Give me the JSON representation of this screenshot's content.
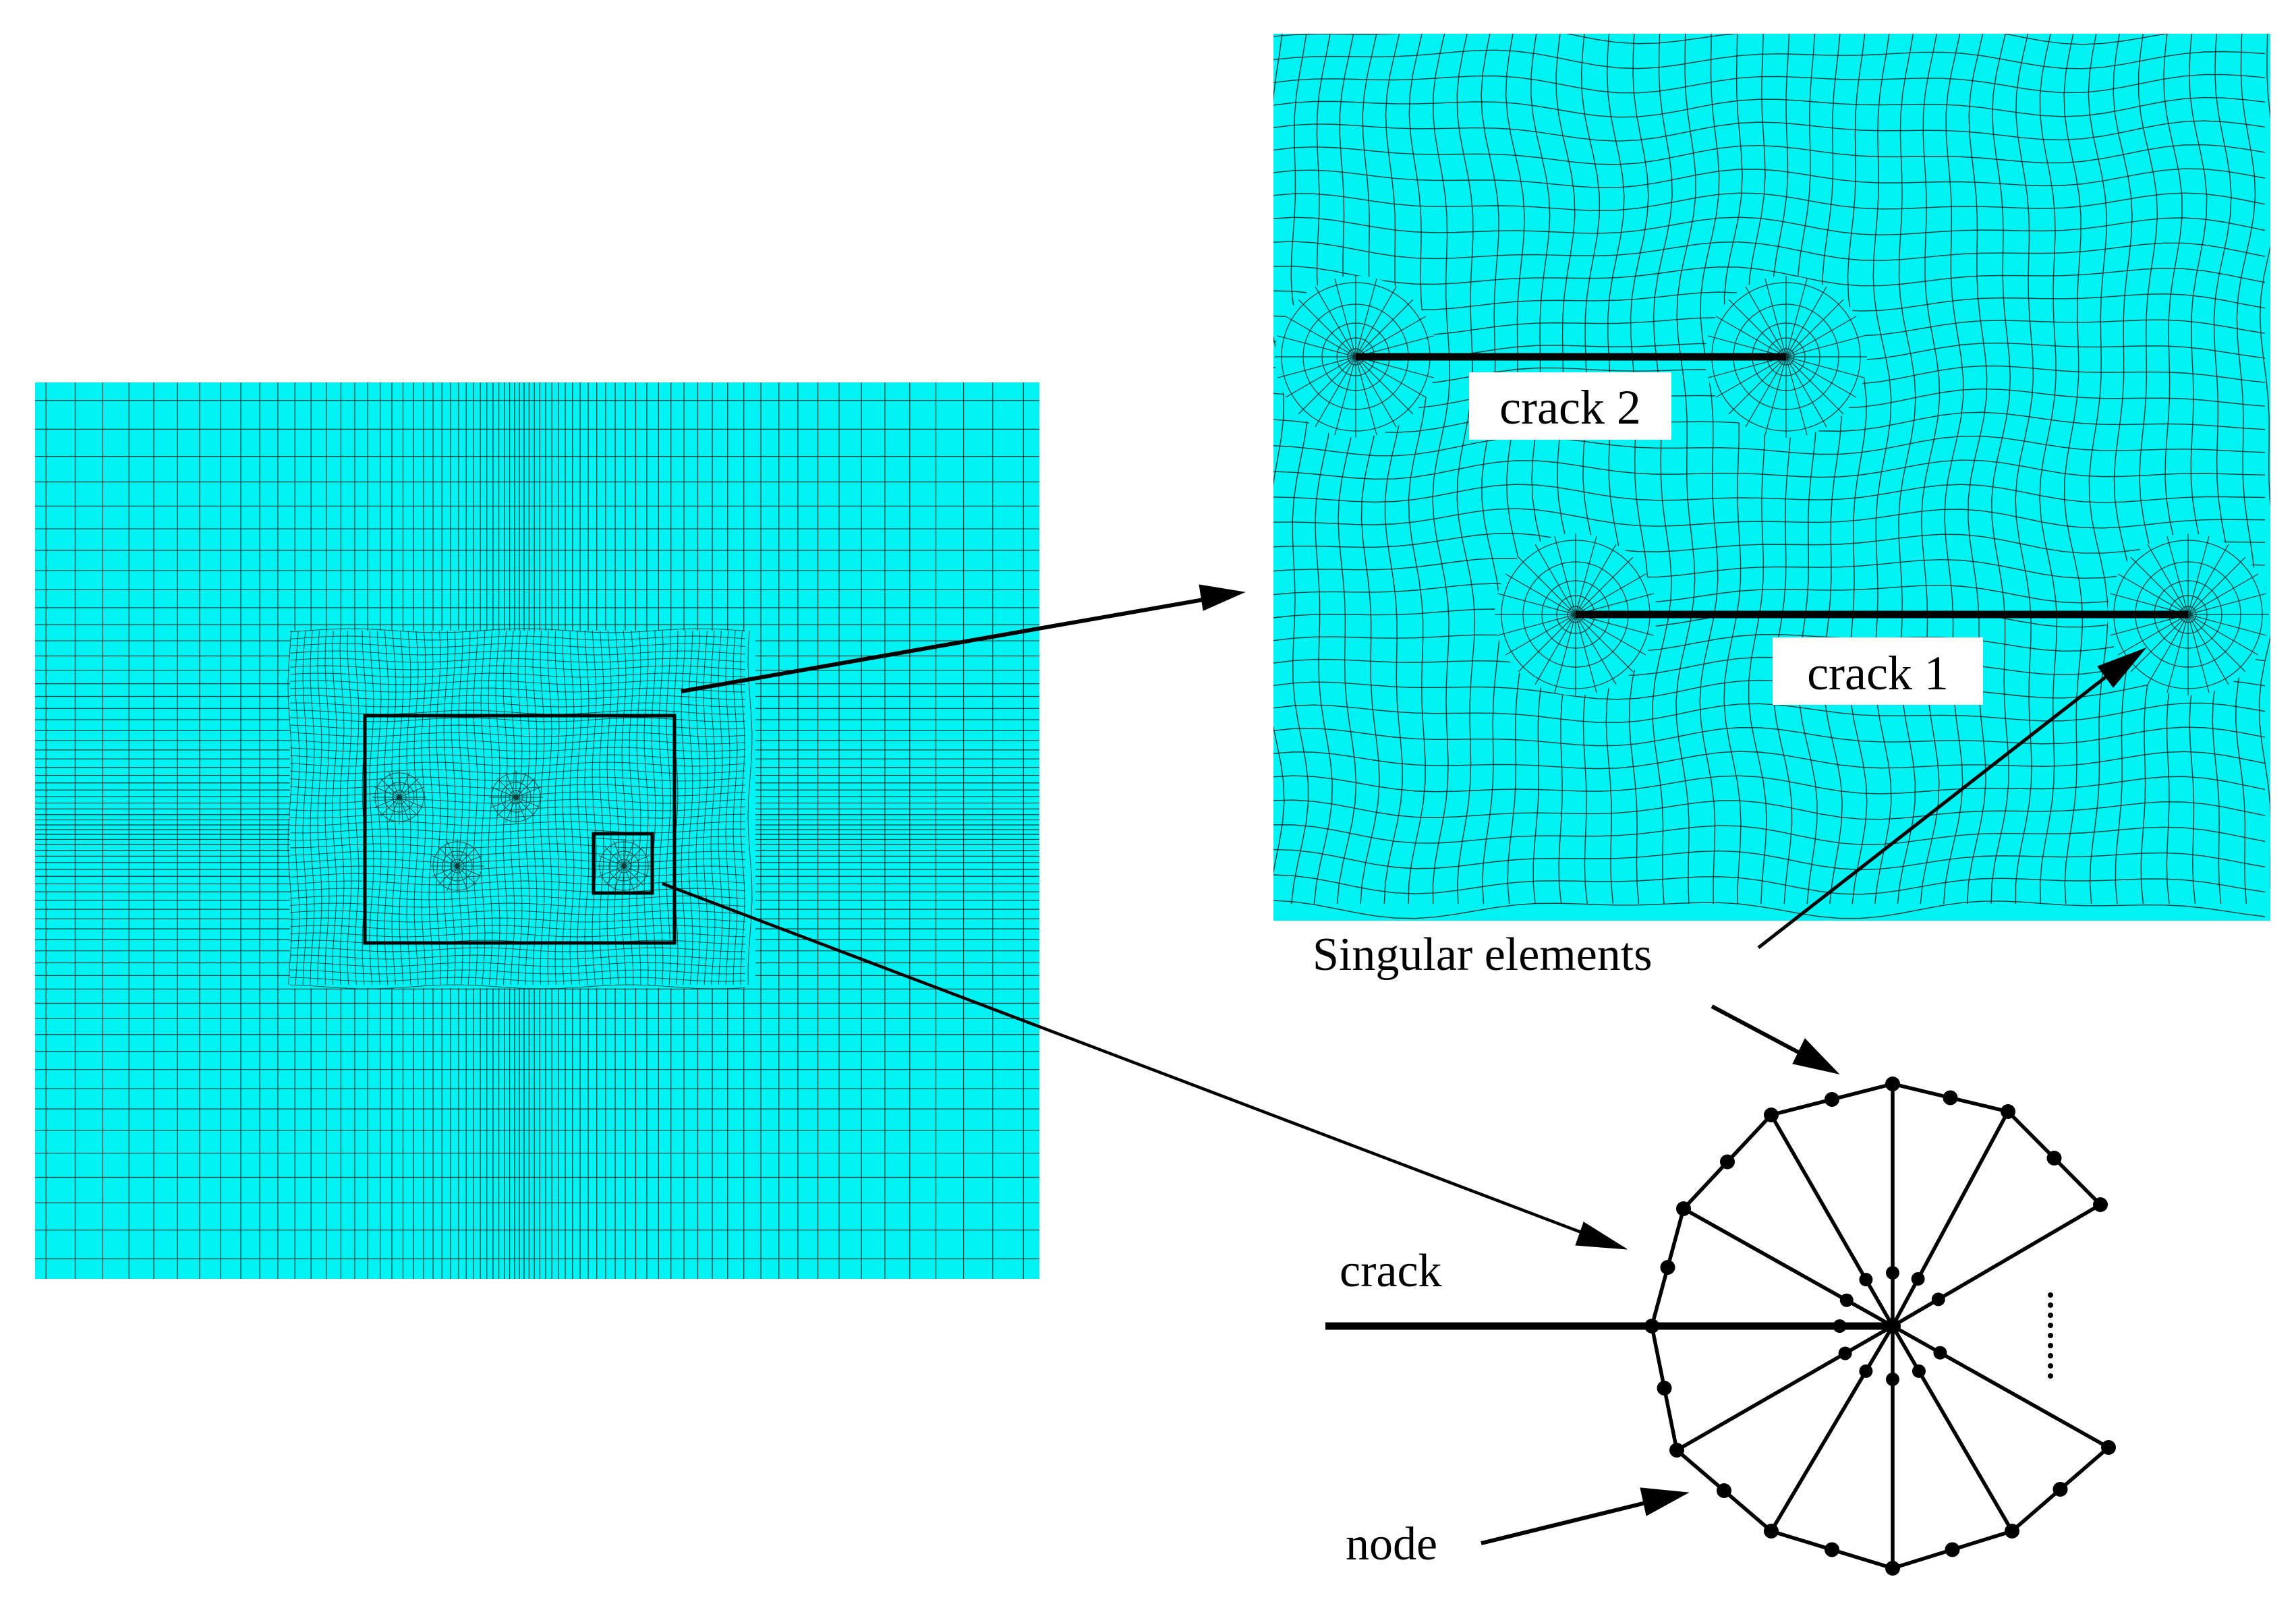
{
  "colors": {
    "mesh_fill": "#00f2f2",
    "mesh_line": "#0a3c3c",
    "ink": "#000000",
    "background": "#ffffff"
  },
  "labels": {
    "crack2": "crack 2",
    "crack1": "crack 1",
    "singular": "Singular elements",
    "crack": "crack",
    "node": "node"
  }
}
